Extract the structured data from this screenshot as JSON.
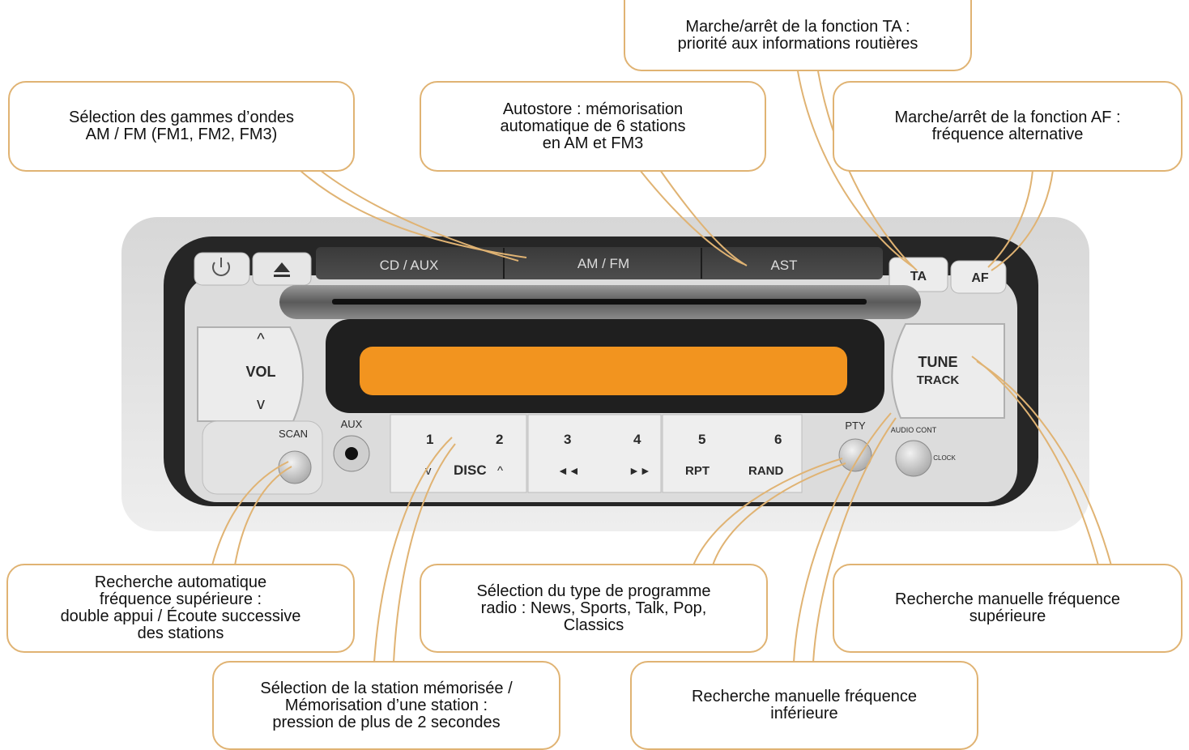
{
  "colors": {
    "callout_border": "#e0b373",
    "display_orange": "#f2941f",
    "frame_dark": "#262626",
    "panel_light": "#dcdcdc"
  },
  "callouts": {
    "ta": "Marche/arrêt de la fonction TA :\npriorité aux informations routières",
    "band": "Sélection des gammes d’ondes\nAM / FM (FM1, FM2, FM3)",
    "autostore": "Autostore : mémorisation\nautomatique de 6 stations\nen AM et FM3",
    "af": "Marche/arrêt de la fonction AF :\nfréquence alternative",
    "scan": "Recherche automatique\nfréquence supérieure :\ndouble appui / Écoute successive\ndes stations",
    "pty": "Sélection du type de programme\nradio : News, Sports, Talk, Pop,\nClassics",
    "tune_up": "Recherche manuelle fréquence\nsupérieure",
    "presets": "Sélection de la station mémorisée /\nMémorisation d’une station :\npression de plus de 2 secondes",
    "tune_down": "Recherche manuelle fréquence\ninférieure"
  },
  "radio": {
    "top_buttons": {
      "power_icon": "power-icon",
      "eject_icon": "eject-icon",
      "cd_aux": "CD / AUX",
      "am_fm": "AM / FM",
      "ast": "AST",
      "ta": "TA",
      "af": "AF"
    },
    "vol": {
      "up": "^",
      "label": "VOL",
      "down": "v"
    },
    "scan": "SCAN",
    "aux": "AUX",
    "presets": [
      {
        "num": "1",
        "sub": "v"
      },
      {
        "num": "2",
        "sub": "^"
      },
      {
        "num": "3",
        "sub": "◄◄"
      },
      {
        "num": "4",
        "sub": "►►"
      },
      {
        "num": "5",
        "sub": "RPT"
      },
      {
        "num": "6",
        "sub": "RAND"
      }
    ],
    "disc": "DISC",
    "pty": "PTY",
    "audio_cont": "AUDIO CONT",
    "clock": "CLOCK",
    "tune": {
      "line1": "TUNE",
      "line2": "TRACK"
    }
  }
}
